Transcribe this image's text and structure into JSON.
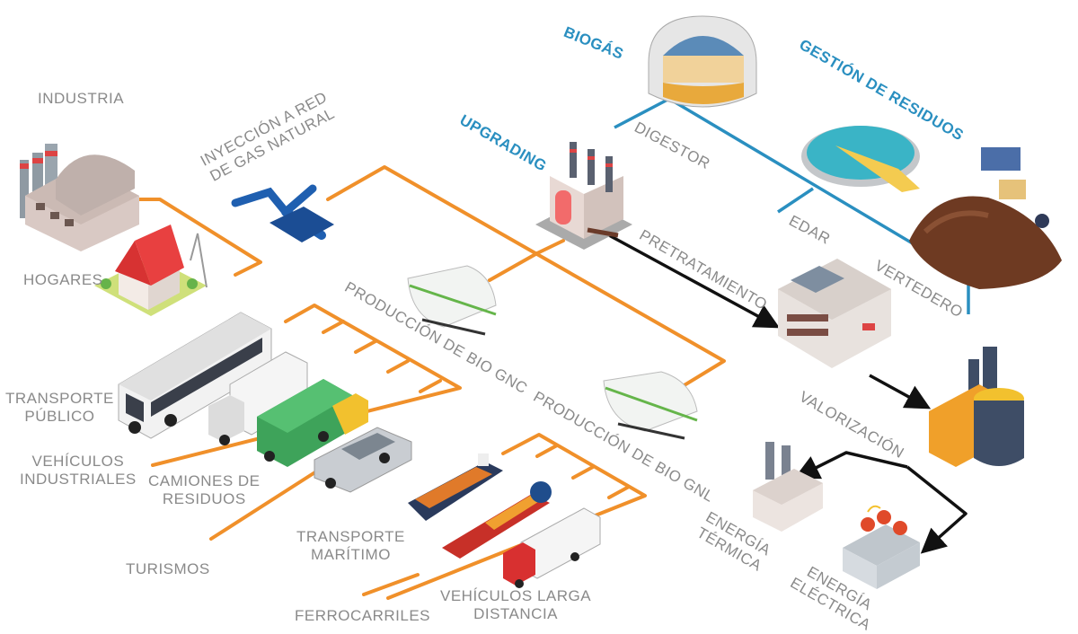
{
  "colors": {
    "orange_connector": "#f0902a",
    "blue_connector": "#2a8fc0",
    "black_arrow": "#111111",
    "label_gray": "#8a8a8a",
    "label_blue": "#2a8fc0"
  },
  "labels": {
    "industria": "INDUSTRIA",
    "hogares": "HOGARES",
    "inyeccion_1": "INYECCIÓN A RED",
    "inyeccion_2": "DE GAS NATURAL",
    "transporte_publico_1": "TRANSPORTE",
    "transporte_publico_2": "PÚBLICO",
    "vehiculos_industriales_1": "VEHÍCULOS",
    "vehiculos_industriales_2": "INDUSTRIALES",
    "camiones_1": "CAMIONES DE",
    "camiones_2": "RESIDUOS",
    "turismos": "TURISMOS",
    "transporte_maritimo_1": "TRANSPORTE",
    "transporte_maritimo_2": "MARÍTIMO",
    "ferrocarriles": "FERROCARRILES",
    "vehiculos_larga_1": "VEHÍCULOS LARGA",
    "vehiculos_larga_2": "DISTANCIA",
    "produccion_gnc": "PRODUCCIÓN DE BIO GNC",
    "produccion_gnl": "PRODUCCIÓN DE BIO GNL",
    "upgrading": "UPGRADING",
    "biogas": "BIOGÁS",
    "gestion_residuos": "GESTIÓN DE RESIDUOS",
    "digestor": "DIGESTOR",
    "edar": "EDAR",
    "vertedero": "VERTEDERO",
    "pretratamiento": "PRETRATAMIENTO",
    "valorizacion": "VALORIZACIÓN",
    "energia_termica_1": "ENERGÍA",
    "energia_termica_2": "TÉRMICA",
    "energia_electrica_1": "ENERGÍA",
    "energia_electrica_2": "ELÉCTRICA"
  }
}
